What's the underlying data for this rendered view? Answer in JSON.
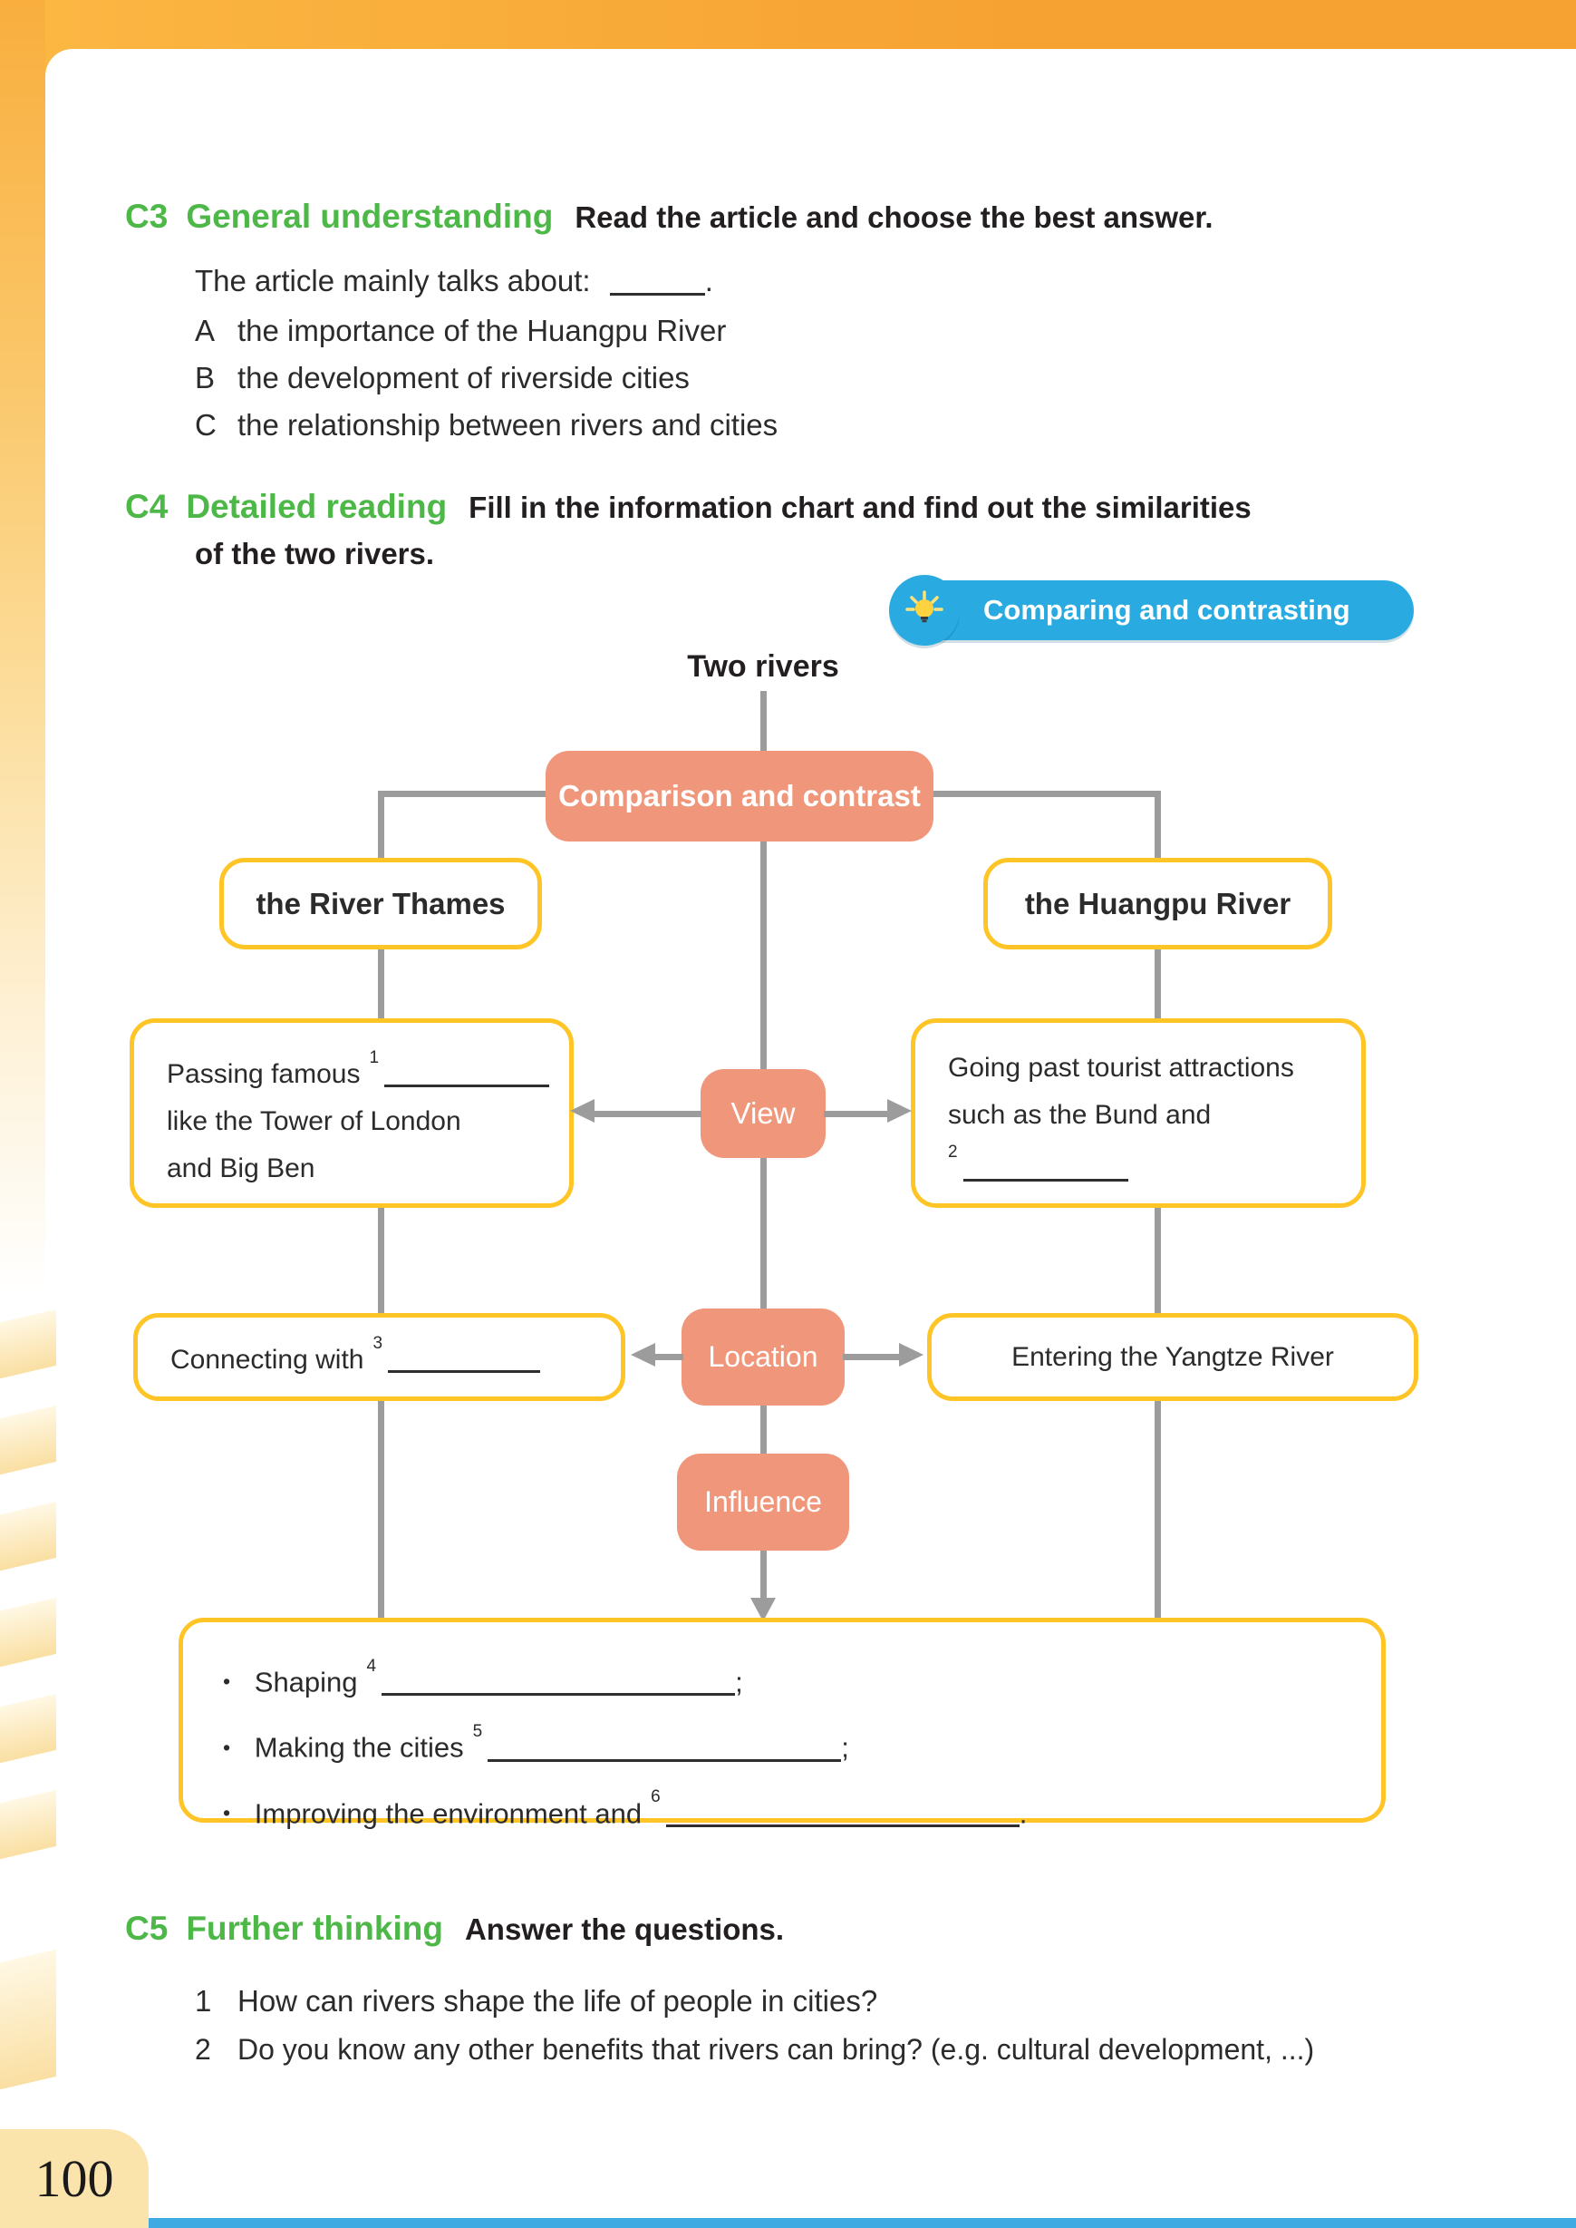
{
  "colors": {
    "accent_green": "#4DB848",
    "badge_blue": "#29ABE2",
    "pill_salmon": "#F0977B",
    "box_border_yellow": "#FFC527",
    "connector_gray": "#9C9C9C",
    "frame_orange": "#F6A232",
    "frame_orange_light": "#FCB743",
    "page_tab_bg": "#FBE3AC",
    "bottom_bar_blue": "#3FA9E1"
  },
  "sections": {
    "c3": {
      "id": "C3",
      "title": "General understanding",
      "instruction": "Read the article and choose the best answer.",
      "stem_prefix": "The article mainly talks about:",
      "stem_suffix": ".",
      "options": [
        {
          "letter": "A",
          "text": "the importance of the Huangpu River"
        },
        {
          "letter": "B",
          "text": "the development of riverside cities"
        },
        {
          "letter": "C",
          "text": "the relationship between rivers and cities"
        }
      ]
    },
    "c4": {
      "id": "C4",
      "title": "Detailed reading",
      "instruction_line1": "Fill in the information chart and find out the similarities",
      "instruction_line2": "of the two rivers.",
      "strategy_badge": "Comparing and contrasting"
    },
    "c5": {
      "id": "C5",
      "title": "Further thinking",
      "instruction": "Answer the questions.",
      "questions": [
        {
          "number": "1",
          "text": "How can rivers shape the life of people in cities?"
        },
        {
          "number": "2",
          "text": "Do you know any other benefits that rivers can bring? (e.g. cultural development, ...)"
        }
      ]
    }
  },
  "diagram": {
    "root_label": "Two rivers",
    "center_label": "Comparison and contrast",
    "left_branch_label": "the River Thames",
    "right_branch_label": "the Huangpu River",
    "view_row": {
      "label": "View",
      "left_line1": "Passing famous",
      "left_sup": "1",
      "left_line2": "like the Tower of London",
      "left_line3": "and Big Ben",
      "right_line1": "Going past tourist attractions",
      "right_line2": "such as the Bund and",
      "right_sup": "2"
    },
    "location_row": {
      "label": "Location",
      "left_text": "Connecting with",
      "left_sup": "3",
      "right_text": "Entering the Yangtze River"
    },
    "influence_row": {
      "label": "Influence",
      "bullets": [
        {
          "text": "Shaping",
          "sup": "4",
          "tail": ";"
        },
        {
          "text": "Making the cities",
          "sup": "5",
          "tail": ";"
        },
        {
          "text": "Improving the environment and",
          "sup": "6",
          "tail": "."
        }
      ]
    }
  },
  "footer": {
    "page_number": "100"
  }
}
